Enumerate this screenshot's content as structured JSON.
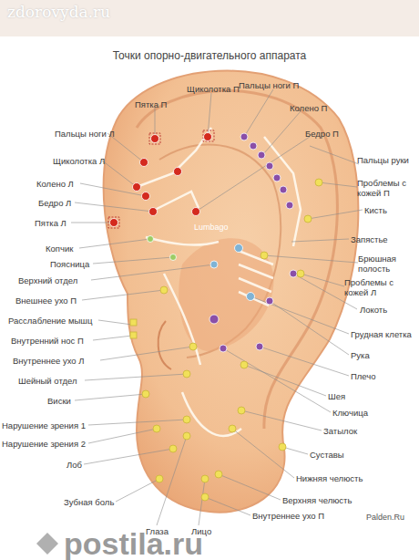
{
  "diagram": {
    "title": "Точки опорно-двигательного аппарата",
    "labels": [
      "zdorovyda.ru",
      "Щиколотка П",
      "Пальцы ноги П",
      "Пятка П",
      "Колено П",
      "Пальцы ноги Л",
      "Бедро П",
      "Щиколотка Л",
      "Пальцы руки",
      "Колено Л",
      "Проблемы с кожей П",
      "Бедро Л",
      "Кисть",
      "Пятка Л",
      "Lumbago",
      "Запястье",
      "Брюшная полость",
      "Копчик",
      "Поясница",
      "Проблемы с кожей Л",
      "Верхний отдел",
      "Локоть",
      "Внешнее ухо П",
      "Расслабление мышц",
      "Грудная клетка",
      "Внутренний нос П",
      "Рука",
      "Внутреннее ухо Л",
      "Плечо",
      "Шейный отдел",
      "Шея",
      "Виски",
      "Ключица",
      "Нарушение зрения 1",
      "Затылок",
      "Нарушение зрения 2",
      "Суставы",
      "Лоб",
      "Нижняя челюсть",
      "Зубная боль",
      "Верхняя челюсть",
      "Внутреннее ухо П",
      "Palden.Ru",
      "Глаза",
      "Лицо",
      "postila.ru"
    ]
  }
}
